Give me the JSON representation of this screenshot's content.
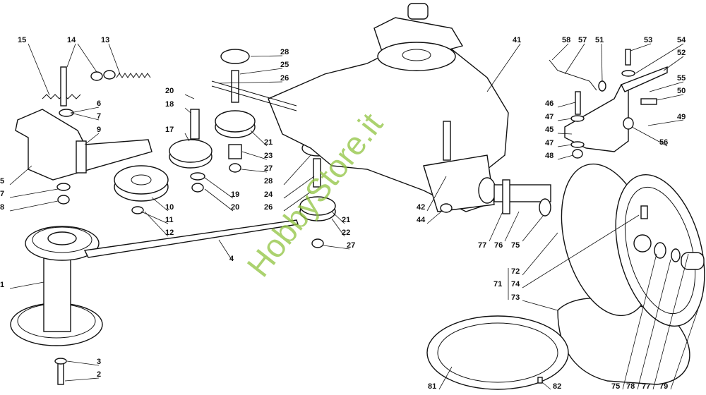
{
  "diagram_title": "",
  "watermark": "HobbyStore.it",
  "labels": [
    "15",
    "14",
    "13",
    "6",
    "7",
    "9",
    "5",
    "7",
    "8",
    "10",
    "11",
    "12",
    "1",
    "3",
    "2",
    "4",
    "20",
    "18",
    "17",
    "19",
    "20",
    "28",
    "25",
    "26",
    "21",
    "23",
    "27",
    "28",
    "24",
    "26",
    "21",
    "22",
    "27",
    "41",
    "42",
    "44",
    "58",
    "57",
    "51",
    "53",
    "54",
    "52",
    "55",
    "50",
    "49",
    "46",
    "47",
    "45",
    "47",
    "48",
    "56",
    "77",
    "76",
    "75",
    "72",
    "74",
    "73",
    "71",
    "81",
    "82",
    "75",
    "78",
    "77",
    "79"
  ]
}
